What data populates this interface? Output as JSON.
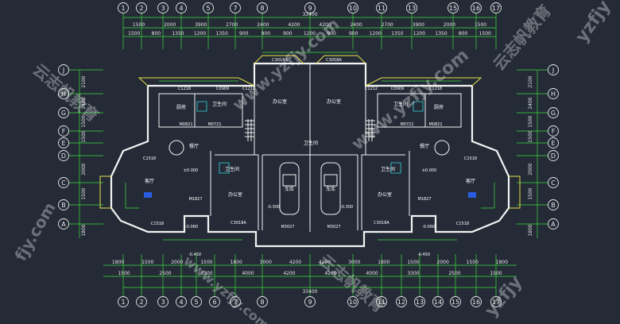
{
  "axes_top": [
    "1",
    "2",
    "3",
    "4",
    "5",
    "7",
    "8",
    "9",
    "10",
    "11",
    "13",
    "15",
    "16",
    "17"
  ],
  "axes_bottom": [
    "1",
    "2",
    "3",
    "4",
    "5",
    "6",
    "7",
    "8",
    "9",
    "10",
    "11",
    "12",
    "13",
    "14",
    "15",
    "16",
    "17"
  ],
  "axes_left": [
    "J",
    "H",
    "G",
    "F",
    "E",
    "D",
    "C",
    "B",
    "A"
  ],
  "axes_right": [
    "J",
    "H",
    "G",
    "F",
    "E",
    "D",
    "C",
    "B",
    "A"
  ],
  "total_width": "33400",
  "dims_top_row1": [
    "1500",
    "2000",
    "3900",
    "2700",
    "2400",
    "4200",
    "4200",
    "2400",
    "2700",
    "3900",
    "2000",
    "1500"
  ],
  "dims_top_row2": [
    "1500",
    "800",
    "1350",
    "1200",
    "1350",
    "900",
    "900",
    "900",
    "1200",
    "900",
    "900",
    "1200",
    "1350",
    "1200",
    "1350",
    "800",
    "1500"
  ],
  "dims_bottom_row1": [
    "1800",
    "1500",
    "2000",
    "1500",
    "1800",
    "3000",
    "4200",
    "4200",
    "3000",
    "1800",
    "1500",
    "2000",
    "1500",
    "1800"
  ],
  "dims_bottom_row2": [
    "1500",
    "2500",
    "3300",
    "4000",
    "4200",
    "4200",
    "4000",
    "3300",
    "2500",
    "1500"
  ],
  "dims_left": [
    "2100",
    "2400",
    "1500",
    "1500",
    "2000",
    "1500",
    "1800"
  ],
  "dims_right": [
    "2100",
    "2400",
    "1500",
    "1500",
    "2000",
    "1500",
    "1800"
  ],
  "rooms": {
    "office": "办公室",
    "kitchen": "厨房",
    "wc": "卫生间",
    "restaurant": "餐厅",
    "living": "客厅",
    "garage": "车库"
  },
  "tags": {
    "c3018a": "C3018A",
    "c3058a": "C3058A",
    "c1218": "C1218",
    "c0909": "C0909",
    "c1212": "C1212",
    "m0721": "M0721",
    "m0821": "M0821",
    "c1518": "C1518",
    "m1827": "M1827",
    "m3027": "M3027",
    "lvl0": "±0.000",
    "lvl1": "-0.300",
    "lvl2": "-0.060",
    "lvl3": "-0.450"
  },
  "watermarks": [
    "www.yzfjy.com",
    "云志帆教育",
    "yzfjy",
    "fjy.com"
  ]
}
